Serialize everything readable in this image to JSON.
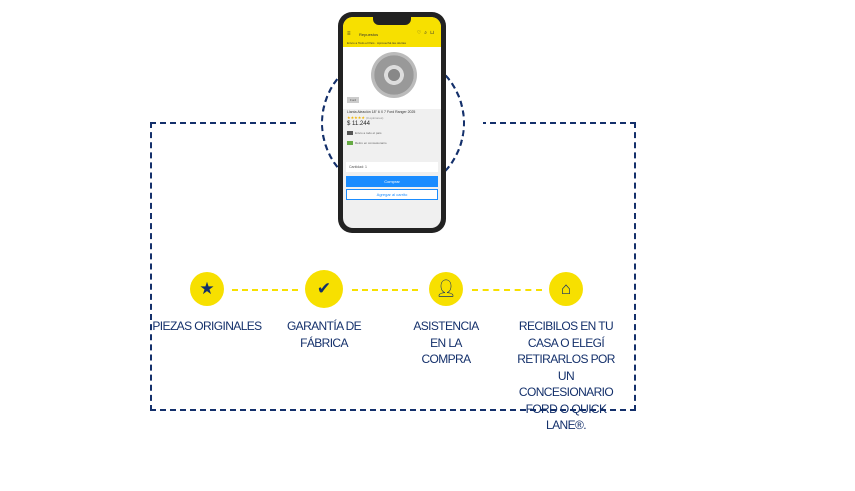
{
  "phone": {
    "header_title": "Repuestos",
    "header_sub": "Envío a Todo el País · Aprovechá las ofertas",
    "tag": "Ford",
    "product_title": "Llanta Aleación 18\" 6 X 7 Ford Ranger 2025",
    "rating_count": "(0 opiniones)",
    "price": "$ 11.244",
    "shipping": "Envío a todo el país",
    "pickup": "Retiro en concesionario",
    "quantity": "Cantidad: 1",
    "buy": "Comprar",
    "add_cart": "Agregar al carrito"
  },
  "features": [
    {
      "icon": "star-icon",
      "label": "PIEZAS ORIGINALES"
    },
    {
      "icon": "check-badge-icon",
      "label": "GARANTÍA DE FÁBRICA"
    },
    {
      "icon": "user-icon",
      "label": "ASISTENCIA EN LA COMPRA"
    },
    {
      "icon": "home-icon",
      "label": "RECIBILOS EN TU CASA O ELEGÍ RETIRARLOS POR UN CONCESIONARIO FORD O QUICK LANE®."
    }
  ]
}
